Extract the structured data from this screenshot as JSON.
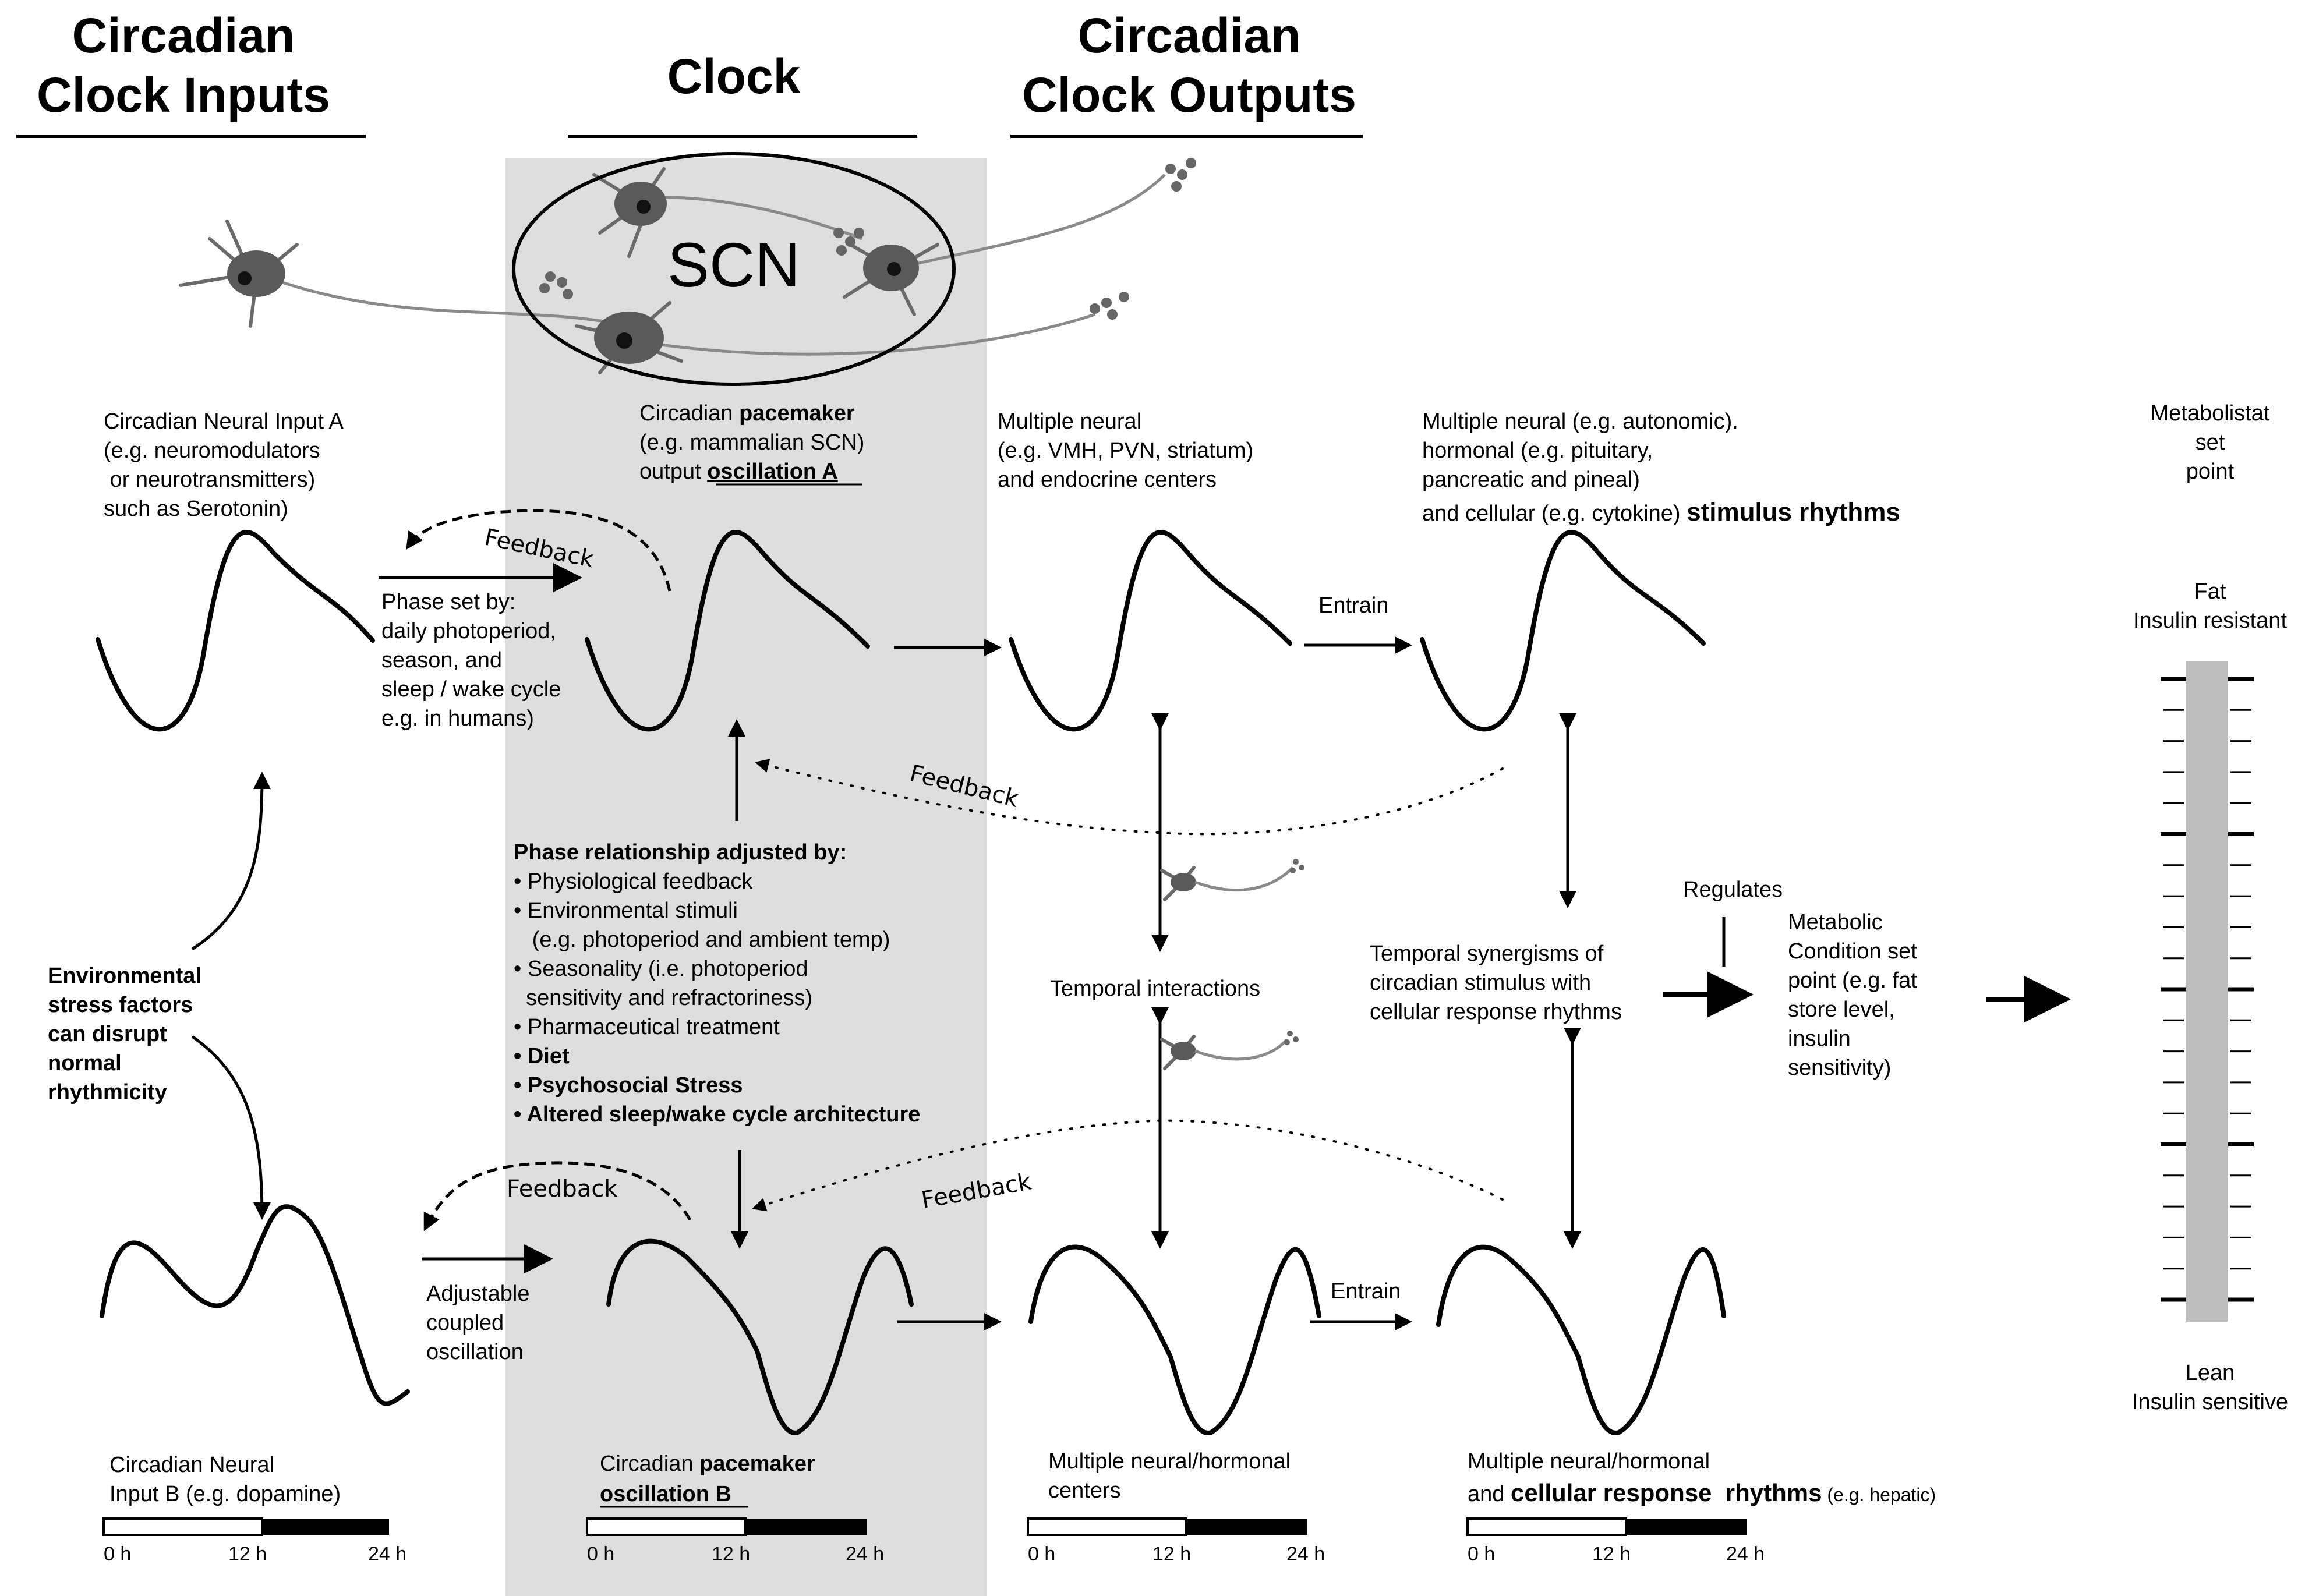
{
  "headers": {
    "inputs": [
      "Circadian",
      "Clock Inputs"
    ],
    "clock": "Clock",
    "outputs": [
      "Circadian",
      "Clock Outputs"
    ]
  },
  "scn_label": "SCN",
  "input_a": [
    "Circadian Neural Input A",
    "(e.g. neuromodulators",
    " or neurotransmitters)",
    "such as Serotonin)"
  ],
  "pacemaker_a": {
    "line1_prefix": "Circadian ",
    "line1_bold": "pacemaker",
    "line2": "(e.g. mammalian SCN)",
    "line3_prefix": "output ",
    "line3_bold": "oscillation A"
  },
  "neural_centers": [
    "Multiple neural",
    "(e.g. VMH, PVN, striatum)",
    "and endocrine centers"
  ],
  "stimulus": {
    "line1": "Multiple neural (e.g. autonomic).",
    "line2": "hormonal (e.g. pituitary,",
    "line3": "pancreatic and pineal)",
    "line4_prefix": "and cellular (e.g. cytokine) ",
    "line4_bold": "stimulus rhythms"
  },
  "metabolistat": [
    "Metabolistat",
    "set",
    "point"
  ],
  "fat": [
    "Fat",
    "Insulin resistant"
  ],
  "lean": [
    "Lean",
    "Insulin sensitive"
  ],
  "feedback": "Feedback",
  "phase_set": [
    "Phase set by:",
    "daily photoperiod,",
    "season, and",
    "sleep / wake cycle",
    "e.g. in humans)"
  ],
  "entrain_top": "Entrain",
  "entrain_bottom": "Entrain",
  "phase_rel": {
    "title": "Phase relationship adjusted by:",
    "items": [
      "• Physiological feedback",
      "• Environmental stimuli",
      "   (e.g. photoperiod and ambient temp)",
      "• Seasonality (i.e. photoperiod",
      "  sensitivity and refractoriness)",
      "• Pharmaceutical treatment"
    ],
    "bold_items": [
      "• Diet",
      "• Psychosocial Stress",
      "• Altered sleep/wake cycle architecture"
    ]
  },
  "env_stress": [
    "Environmental",
    "stress factors",
    "can disrupt",
    "normal",
    "rhythmicity"
  ],
  "temporal_interactions": "Temporal interactions",
  "synergism": [
    "Temporal synergisms of",
    "circadian stimulus with",
    "cellular response rhythms"
  ],
  "regulates": "Regulates",
  "metabolic": [
    "Metabolic",
    "Condition set",
    "point (e.g. fat",
    "store level,",
    "insulin",
    "sensitivity)"
  ],
  "adjustable": [
    "Adjustable",
    "coupled",
    "oscillation"
  ],
  "input_b": [
    "Circadian Neural",
    "Input B (e.g. dopamine)"
  ],
  "pacemaker_b": {
    "line1_prefix": "Circadian ",
    "line1_bold": "pacemaker",
    "line2_bold": "oscillation B"
  },
  "hormonal_centers": [
    "Multiple neural/hormonal",
    "centers"
  ],
  "cellular_response": {
    "line1": "Multiple neural/hormonal",
    "line2_prefix": "and ",
    "line2_bold": "cellular response  rhythms",
    "line2_suffix": " (e.g. hepatic)"
  },
  "time_ticks": [
    "0 h",
    "12 h",
    "24 h"
  ]
}
